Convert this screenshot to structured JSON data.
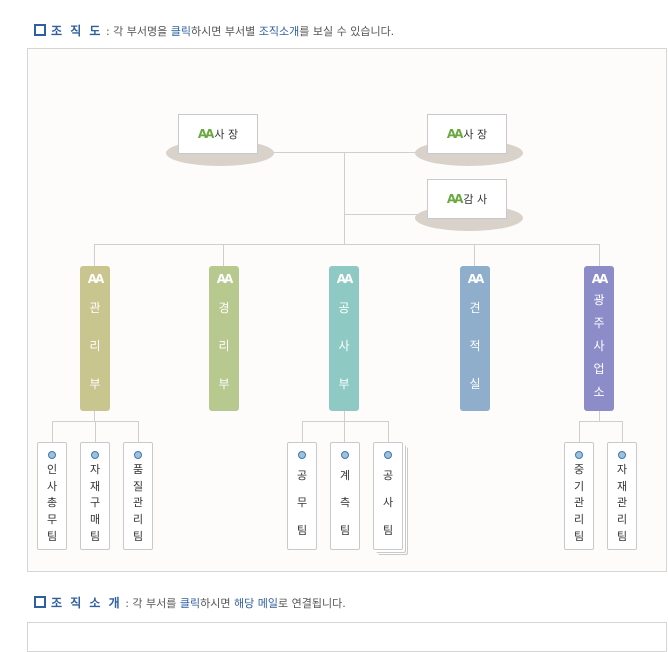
{
  "org_heading": {
    "title": "조 직 도",
    "pre": " : 각 부서명을 ",
    "click": "클릭",
    "mid": "하시면 부서별 ",
    "link": "조직소개",
    "post": "를 보실 수 있습니다."
  },
  "intro_heading": {
    "title": "조 직 소 개",
    "pre": " : 각 부서를 ",
    "click": "클릭",
    "mid": "하시면 ",
    "link": "해당 메일",
    "post": "로 연결됩니다."
  },
  "top_boxes": [
    {
      "icon": "people-icon",
      "label": "사 장"
    },
    {
      "icon": "people-icon",
      "label": "사 장"
    },
    {
      "icon": "people-icon",
      "label": "감 사"
    }
  ],
  "departments": [
    {
      "name": [
        "관",
        "리",
        "부"
      ],
      "color": "#c9c58f"
    },
    {
      "name": [
        "경",
        "리",
        "부"
      ],
      "color": "#b7c98e"
    },
    {
      "name": [
        "공",
        "사",
        "부"
      ],
      "color": "#8ecac3"
    },
    {
      "name": [
        "견",
        "적",
        "실"
      ],
      "color": "#8eaecb"
    },
    {
      "name": [
        "광",
        "주",
        "사",
        "업",
        "소"
      ],
      "color": "#8b8cc8"
    }
  ],
  "teams": [
    {
      "name": [
        "인",
        "사",
        "총",
        "무",
        "팀"
      ]
    },
    {
      "name": [
        "자",
        "재",
        "구",
        "매",
        "팀"
      ]
    },
    {
      "name": [
        "품",
        "질",
        "관",
        "리",
        "팀"
      ]
    },
    {
      "name": [
        "공",
        "무",
        "팀"
      ]
    },
    {
      "name": [
        "계",
        "측",
        "팀"
      ]
    },
    {
      "name": [
        "공",
        "사",
        "팀"
      ]
    },
    {
      "name": [
        "중",
        "기",
        "관",
        "리",
        "팀"
      ]
    },
    {
      "name": [
        "자",
        "재",
        "관",
        "리",
        "팀"
      ]
    }
  ],
  "icons": {
    "people": "AA"
  }
}
